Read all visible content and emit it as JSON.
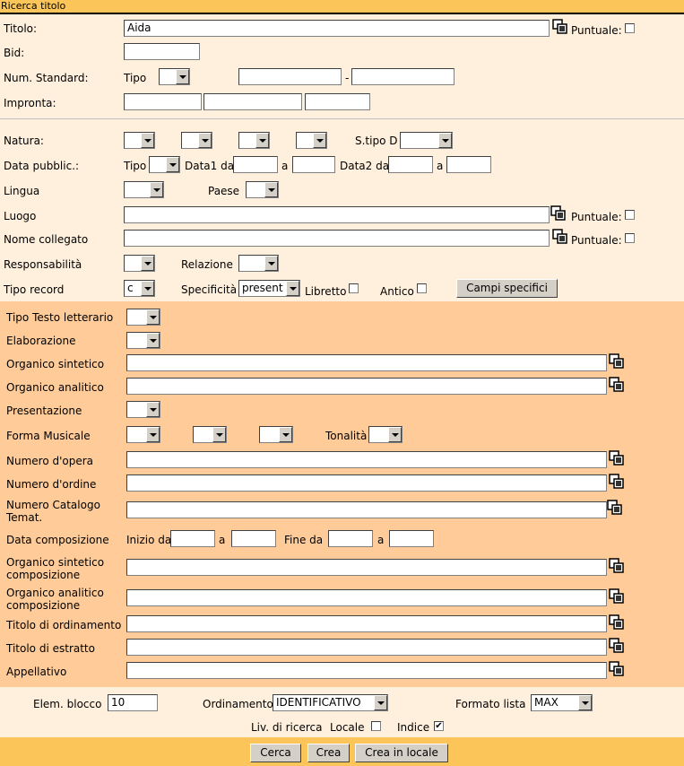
{
  "header": {
    "title": "Ricerca titolo"
  },
  "colors": {
    "bar": "#fbc559",
    "section1": "#fff0dd",
    "section2": "#ffcc99",
    "divider": "#c0c0c0"
  },
  "icons": {
    "lookup": "lookup-copy-icon"
  },
  "fields": {
    "titolo_label": "Titolo:",
    "titolo_value": "Aida",
    "puntuale": "Puntuale:",
    "bid_label": "Bid:",
    "num_standard_label": "Num. Standard:",
    "tipo_label": "Tipo",
    "dash": "-",
    "impronta_label": "Impronta:",
    "natura_label": "Natura:",
    "stipo_label": "S.tipo D",
    "data_pubblic_label": "Data pubblic.:",
    "data1_da": "Data1 da",
    "a": "a",
    "data2_da": "Data2 da",
    "lingua_label": "Lingua",
    "paese_label": "Paese",
    "luogo_label": "Luogo",
    "nome_collegato_label": "Nome collegato",
    "responsabilita_label": "Responsabilità",
    "relazione_label": "Relazione",
    "tipo_record_label": "Tipo record",
    "tipo_record_value": "c",
    "specificita_label": "Specificità",
    "specificita_value": "present",
    "libretto_label": "Libretto",
    "antico_label": "Antico",
    "campi_specifici": "Campi specifici"
  },
  "music": {
    "tipo_testo": "Tipo Testo letterario",
    "elaborazione": "Elaborazione",
    "organico_sintetico": "Organico sintetico",
    "organico_analitico": "Organico analitico",
    "presentazione": "Presentazione",
    "forma_musicale": "Forma Musicale",
    "tonalita": "Tonalità",
    "numero_opera": "Numero d'opera",
    "numero_ordine": "Numero d'ordine",
    "numero_catalogo_1": "Numero Catalogo",
    "numero_catalogo_2": "Temat.",
    "data_composizione": "Data composizione",
    "inizio_da": "Inizio da",
    "a": "a",
    "fine_da": "Fine da",
    "org_sint_comp_1": "Organico sintetico",
    "org_sint_comp_2": "composizione",
    "org_anal_comp_1": "Organico analitico",
    "org_anal_comp_2": "composizione",
    "titolo_ordinamento": "Titolo di ordinamento",
    "titolo_estratto": "Titolo di estratto",
    "appellativo": "Appellativo"
  },
  "footer": {
    "elem_blocco_label": "Elem. blocco",
    "elem_blocco_value": "10",
    "ordinamento_label": "Ordinamento",
    "ordinamento_value": "IDENTIFICATIVO",
    "formato_lista_label": "Formato lista",
    "formato_lista_value": "MAX",
    "liv_ricerca_label": "Liv. di ricerca",
    "locale_label": "Locale",
    "indice_label": "Indice",
    "indice_checked": "✔"
  },
  "buttons": {
    "cerca": "Cerca",
    "crea": "Crea",
    "crea_locale": "Crea in locale"
  }
}
